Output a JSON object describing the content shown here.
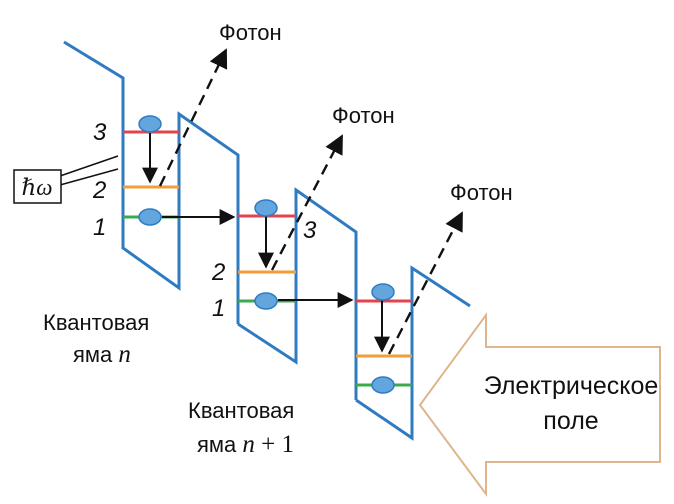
{
  "photon_labels": [
    "Фотон",
    "Фотон",
    "Фотон"
  ],
  "hbar_omega": "ℏω",
  "levels": {
    "l3": "3",
    "l2": "2",
    "l1": "1"
  },
  "well_n": {
    "line1": "Квантовая",
    "line2_text": "яма ",
    "line2_math": "n"
  },
  "well_n1": {
    "line1": "Квантовая",
    "line2_text": "яма ",
    "line2_math": "n",
    "line2_plus": " + 1"
  },
  "field": {
    "line1": "Электрическое",
    "line2": "поле"
  },
  "colors": {
    "band": "#2f7bc2",
    "level3": "#e5434b",
    "level2": "#f39c3b",
    "level1": "#3aaa4a",
    "electron": "#63a6de",
    "field_arrow": "#deb58f"
  }
}
